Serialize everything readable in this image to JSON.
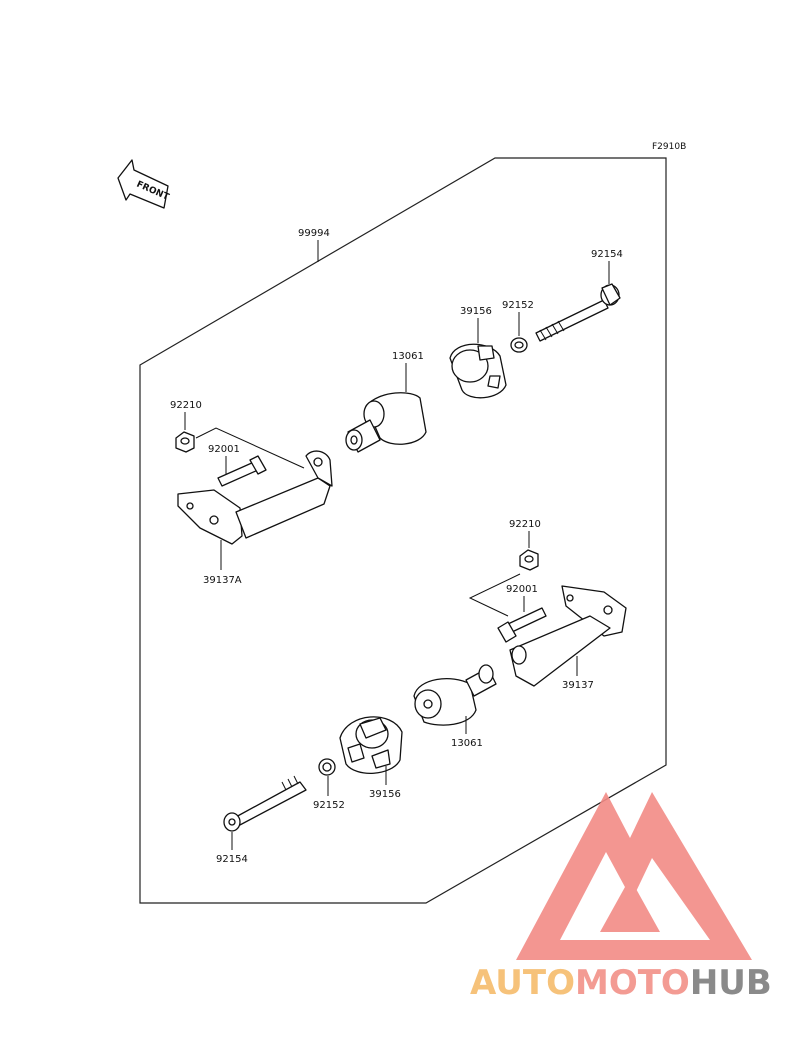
{
  "diagram": {
    "figure_code": "F2910B",
    "front_label": "FRONT",
    "kit_number": "99994",
    "parts": {
      "p92154_top": "92154",
      "p92152_top": "92152",
      "p39156_top": "39156",
      "p13061_top": "13061",
      "p92210_top": "92210",
      "p92001_top": "92001",
      "p39137A": "39137A",
      "p92210_bottom": "92210",
      "p92001_bottom": "92001",
      "p39137": "39137",
      "p13061_bottom": "13061",
      "p39156_bottom": "39156",
      "p92152_bottom": "92152",
      "p92154_bottom": "92154"
    }
  },
  "watermark": {
    "text_part1": "AUTO",
    "text_part2": "MOTO",
    "text_part3": "HUB",
    "colors": {
      "part1": "#f6c27a",
      "part2": "#f39b93",
      "part3": "#8a8a8a",
      "logo": "#f28b86"
    }
  }
}
